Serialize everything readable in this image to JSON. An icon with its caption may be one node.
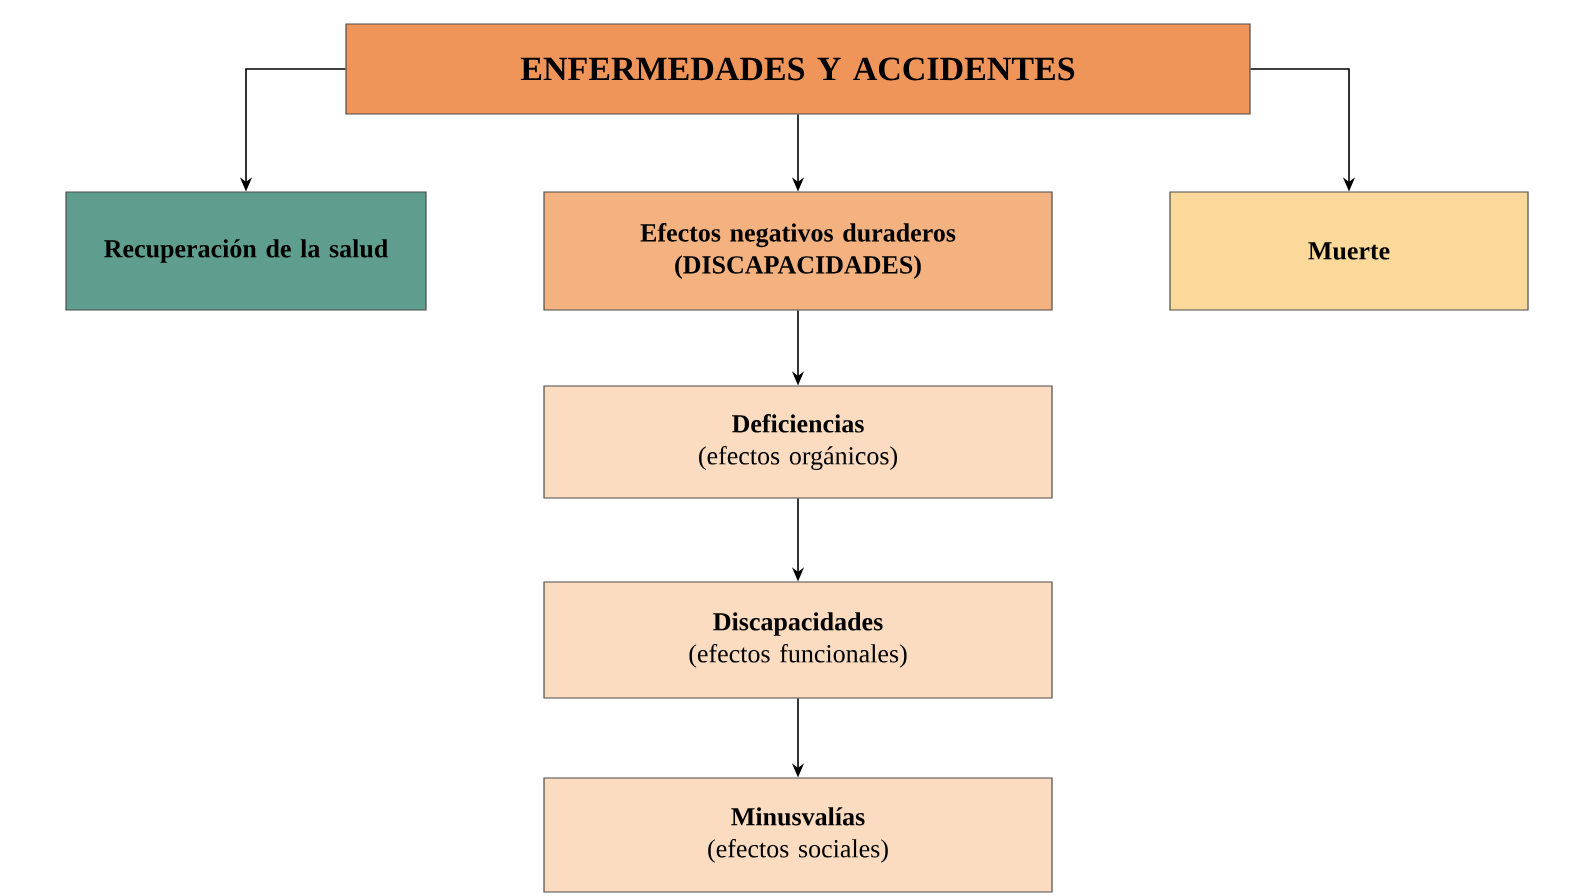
{
  "diagram": {
    "nodes": [
      {
        "text": [
          "ENFERMEDADES Y ACCIDENTES"
        ]
      },
      {
        "text": [
          "Recuperación de la salud"
        ]
      },
      {
        "text": [
          "Efectos negativos duraderos (DISCAPACIDADES)"
        ]
      },
      {
        "text": [
          "Muerte"
        ]
      },
      {
        "text": [
          "Deficiencias",
          "(efectos orgánicos)"
        ]
      },
      {
        "text": [
          "Discapacidades",
          "(efectos funcionales)"
        ]
      },
      {
        "text": [
          "Minusvalías",
          "(efectos sociales)"
        ]
      }
    ],
    "edges": [
      {
        "from": 0,
        "to": 1,
        "arrow": "to"
      },
      {
        "from": 0,
        "to": 2,
        "arrow": "to"
      },
      {
        "from": 0,
        "to": 3,
        "arrow": "to"
      },
      {
        "from": 2,
        "to": 4,
        "arrow": "to"
      },
      {
        "from": 4,
        "to": 5,
        "arrow": "to"
      },
      {
        "from": 5,
        "to": 6,
        "arrow": "to"
      }
    ]
  }
}
